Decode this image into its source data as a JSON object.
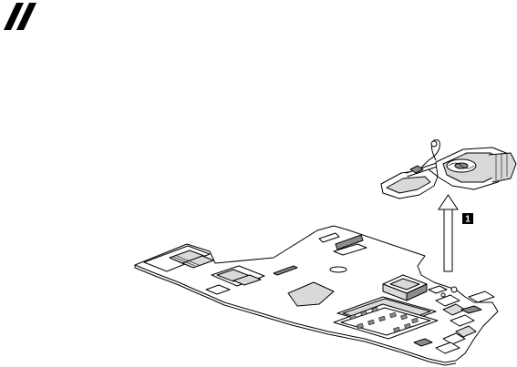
{
  "figure": {
    "step_marker": "1"
  },
  "colors": {
    "line": "#000000",
    "fill_light": "#ffffff",
    "fill_gray": "#d9d9d9",
    "fill_dark": "#8c8c8c"
  },
  "icons": {
    "corner_mark": "double-slash-mark",
    "direction": "up-arrow"
  }
}
